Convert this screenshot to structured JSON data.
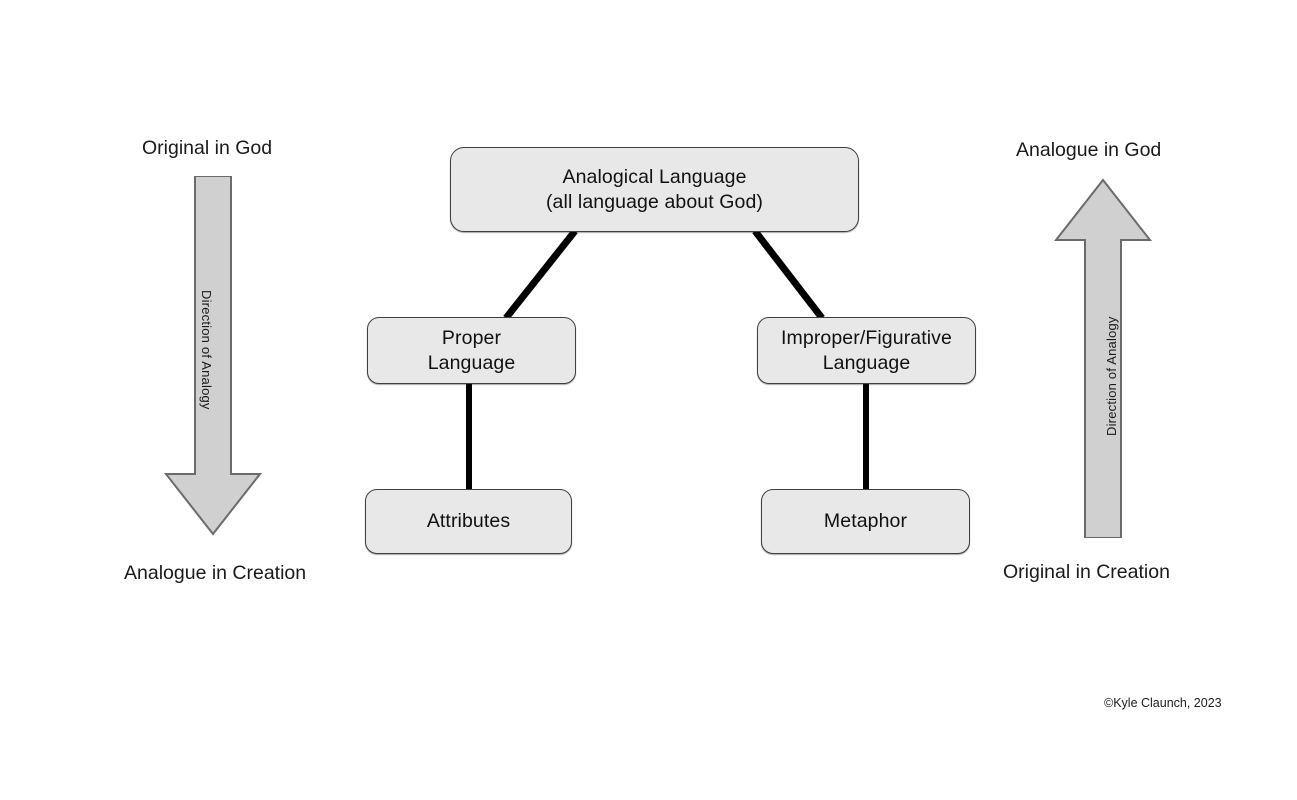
{
  "diagram": {
    "title_node": {
      "id": "analogical-language",
      "label": "Analogical Language\n(all language about God)"
    },
    "nodes": [
      {
        "id": "proper-language",
        "label": "Proper\nLanguage"
      },
      {
        "id": "improper-language",
        "label": "Improper/Figurative\nLanguage"
      },
      {
        "id": "attributes",
        "label": "Attributes"
      },
      {
        "id": "metaphor",
        "label": "Metaphor"
      }
    ],
    "left_axis": {
      "top_caption": "Original in God",
      "bottom_caption": "Analogue in Creation",
      "arrow_label": "Direction of Analogy",
      "arrow_direction": "down"
    },
    "right_axis": {
      "top_caption": "Analogue in God",
      "bottom_caption": "Original in Creation",
      "arrow_label": "Direction of Analogy",
      "arrow_direction": "up"
    },
    "copyright": "©Kyle Claunch, 2023",
    "colors": {
      "node_fill": "#e8e8e8",
      "node_stroke": "#3f3f3f",
      "arrow_fill": "#d0d0d0",
      "arrow_stroke": "#6b6b6b",
      "connector": "#000000",
      "background": "#ffffff"
    }
  }
}
